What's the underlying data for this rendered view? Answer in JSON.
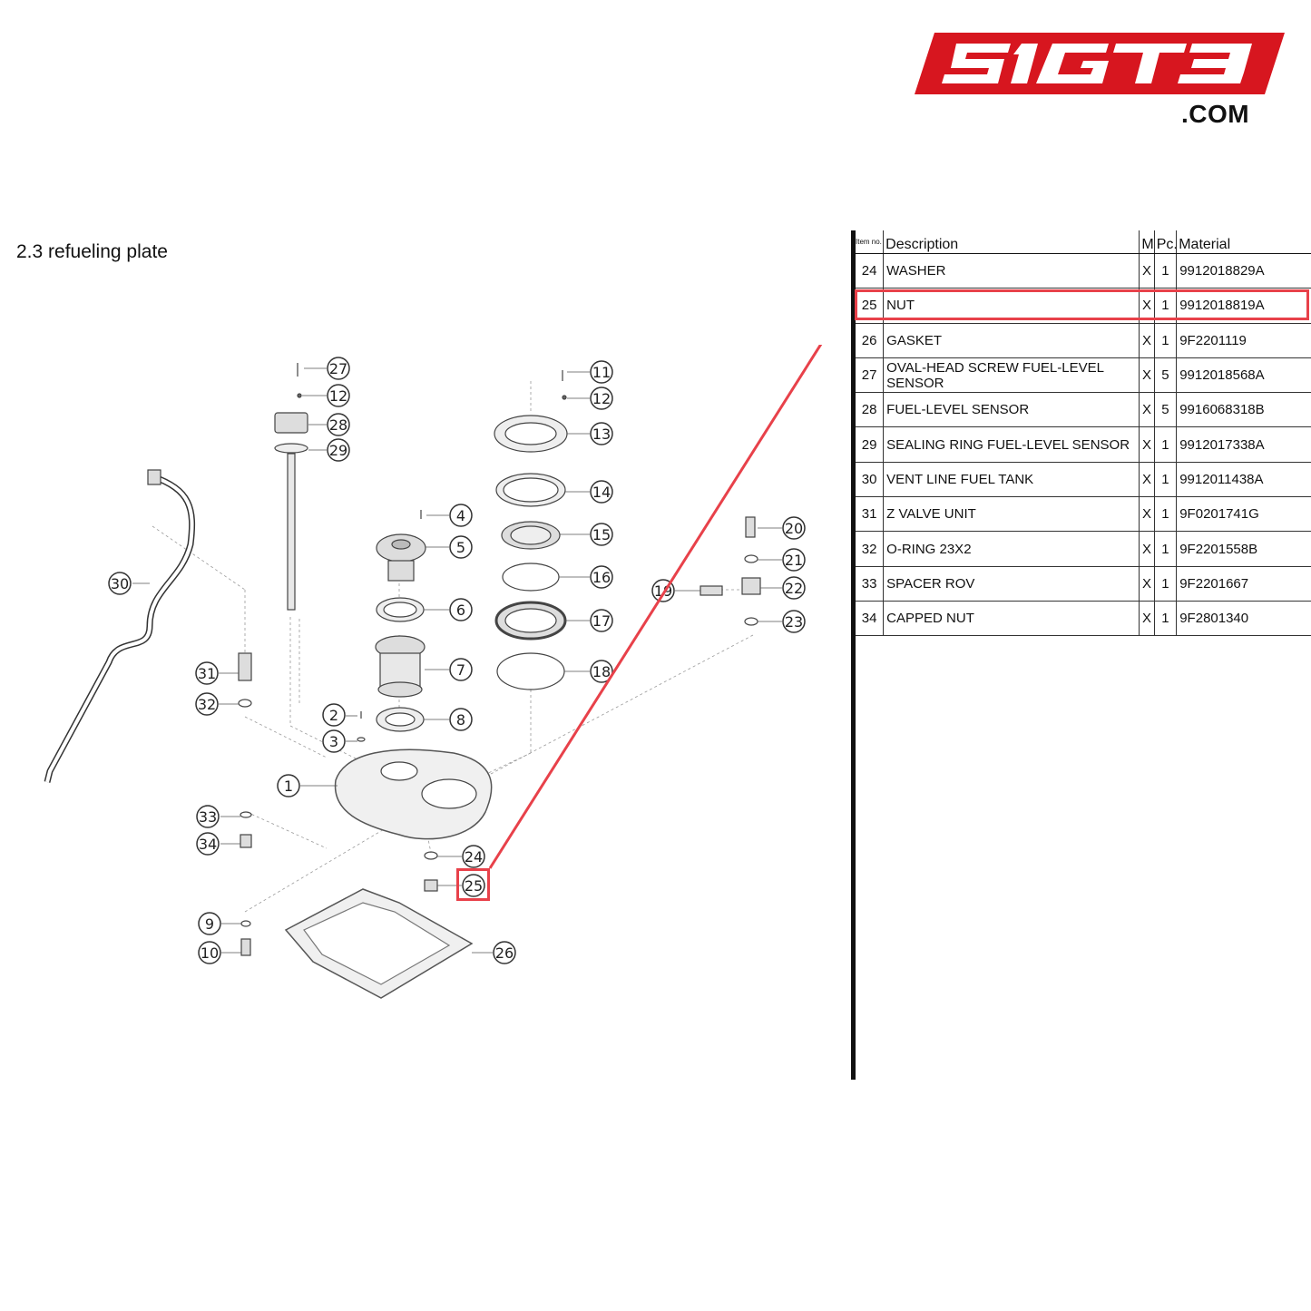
{
  "brand": {
    "logo_text": "SIGT3",
    "domain": ".COM",
    "color": "#d7161f"
  },
  "section": {
    "title": "2.3  refueling plate"
  },
  "highlight_color": "#e8414a",
  "table": {
    "headers": {
      "item_no": "Item no.",
      "description": "Description",
      "m": "M",
      "pc": "Pc.",
      "material": "Material"
    },
    "rows": [
      {
        "item": "24",
        "description": "WASHER",
        "m": "X",
        "pc": "1",
        "material": "9912018829A"
      },
      {
        "item": "25",
        "description": "NUT",
        "m": "X",
        "pc": "1",
        "material": "9912018819A"
      },
      {
        "item": "26",
        "description": "GASKET",
        "m": "X",
        "pc": "1",
        "material": "9F2201119"
      },
      {
        "item": "27",
        "description": "OVAL-HEAD SCREW FUEL-LEVEL SENSOR",
        "m": "X",
        "pc": "5",
        "material": "9912018568A"
      },
      {
        "item": "28",
        "description": "FUEL-LEVEL SENSOR",
        "m": "X",
        "pc": "5",
        "material": "9916068318B"
      },
      {
        "item": "29",
        "description": "SEALING RING FUEL-LEVEL SENSOR",
        "m": "X",
        "pc": "1",
        "material": "9912017338A"
      },
      {
        "item": "30",
        "description": "VENT LINE FUEL TANK",
        "m": "X",
        "pc": "1",
        "material": "9912011438A"
      },
      {
        "item": "31",
        "description": "Z VALVE UNIT",
        "m": "X",
        "pc": "1",
        "material": "9F0201741G"
      },
      {
        "item": "32",
        "description": "O-RING 23X2",
        "m": "X",
        "pc": "1",
        "material": "9F2201558B"
      },
      {
        "item": "33",
        "description": "SPACER ROV",
        "m": "X",
        "pc": "1",
        "material": "9F2201667"
      },
      {
        "item": "34",
        "description": "CAPPED NUT",
        "m": "X",
        "pc": "1",
        "material": "9F2801340"
      }
    ],
    "highlighted_item": "25"
  },
  "callouts": [
    "1",
    "2",
    "3",
    "4",
    "5",
    "6",
    "7",
    "8",
    "9",
    "10",
    "11",
    "12",
    "13",
    "14",
    "15",
    "16",
    "17",
    "18",
    "19",
    "20",
    "21",
    "22",
    "23",
    "24",
    "25",
    "26",
    "27",
    "28",
    "29",
    "30",
    "31",
    "32",
    "33",
    "34"
  ]
}
